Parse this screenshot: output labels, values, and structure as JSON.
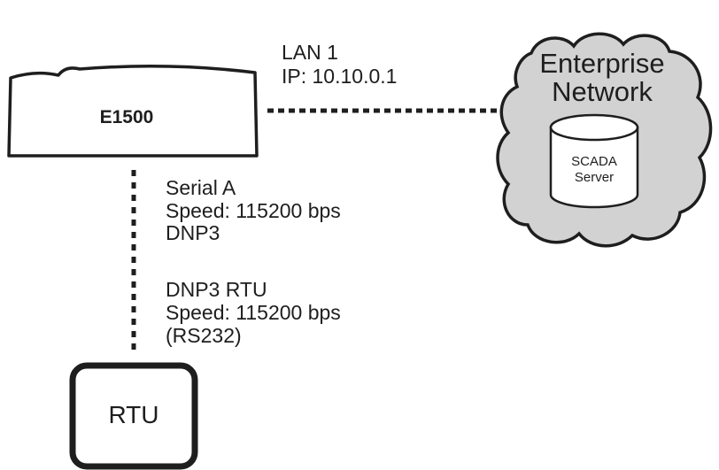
{
  "nodes": {
    "e1500": {
      "label": "E1500"
    },
    "rtu": {
      "label": "RTU"
    },
    "enterprise": {
      "line1": "Enterprise",
      "line2": "Network"
    },
    "scada": {
      "line1": "SCADA",
      "line2": "Server"
    }
  },
  "links": {
    "lan": {
      "line1": "LAN 1",
      "line2": "IP: 10.10.0.1"
    },
    "serial_a": {
      "line1": "Serial A",
      "line2": "Speed: 115200 bps",
      "line3": "DNP3"
    },
    "dnp3_rtu": {
      "line1": "DNP3 RTU",
      "line2": "Speed: 115200 bps",
      "line3": "(RS232)"
    }
  },
  "colors": {
    "stroke": "#1e1e1e",
    "cloud_fill": "#d2d2d2",
    "cylinder_fill": "#ffffff",
    "box_fill": "#ffffff"
  },
  "icons": {
    "network": "cloud-icon",
    "server": "database-cylinder-icon"
  }
}
